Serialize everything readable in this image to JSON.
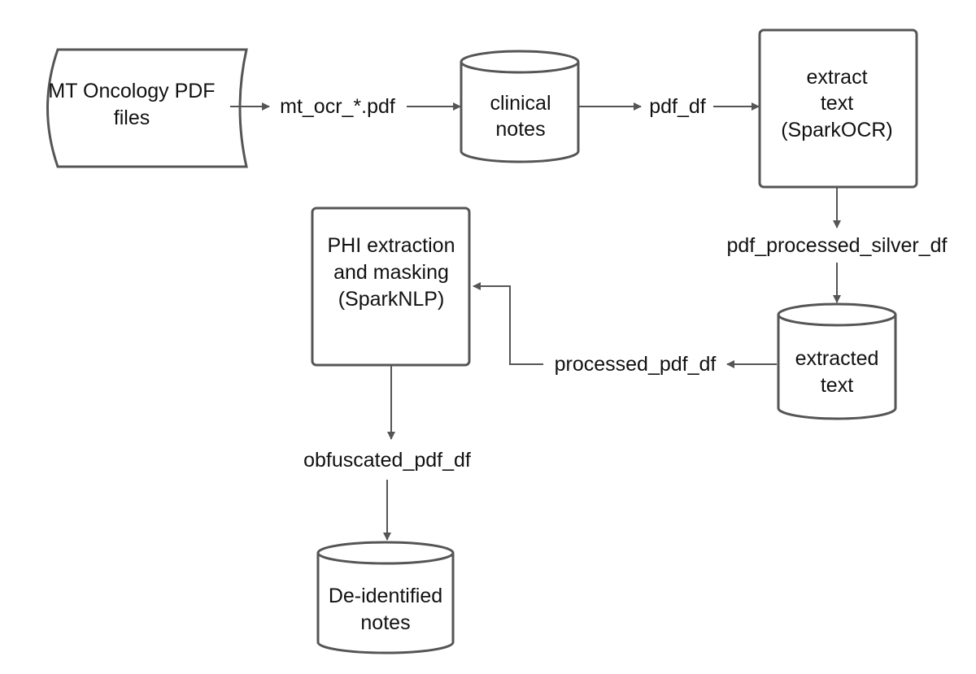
{
  "colors": {
    "stroke": "#555555",
    "fill": "#ffffff",
    "text": "#111111",
    "background": "#ffffff"
  },
  "nodes": {
    "source": {
      "lines": [
        "MT Oncology PDF",
        "files"
      ]
    },
    "clinical_notes": {
      "lines": [
        "clinical",
        "notes"
      ]
    },
    "extract_text": {
      "lines": [
        "extract",
        "text",
        "(SparkOCR)"
      ]
    },
    "extracted_text": {
      "lines": [
        "extracted",
        "text"
      ]
    },
    "phi_masking": {
      "lines": [
        "PHI extraction",
        "and masking",
        "(SparkNLP)"
      ]
    },
    "deidentified_notes": {
      "lines": [
        "De-identified",
        "notes"
      ]
    }
  },
  "edges": {
    "mt_ocr_pdf": "mt_ocr_*.pdf",
    "pdf_df": "pdf_df",
    "pdf_processed_silver_df": "pdf_processed_silver_df",
    "processed_pdf_df": "processed_pdf_df",
    "obfuscated_pdf_df": "obfuscated_pdf_df"
  }
}
